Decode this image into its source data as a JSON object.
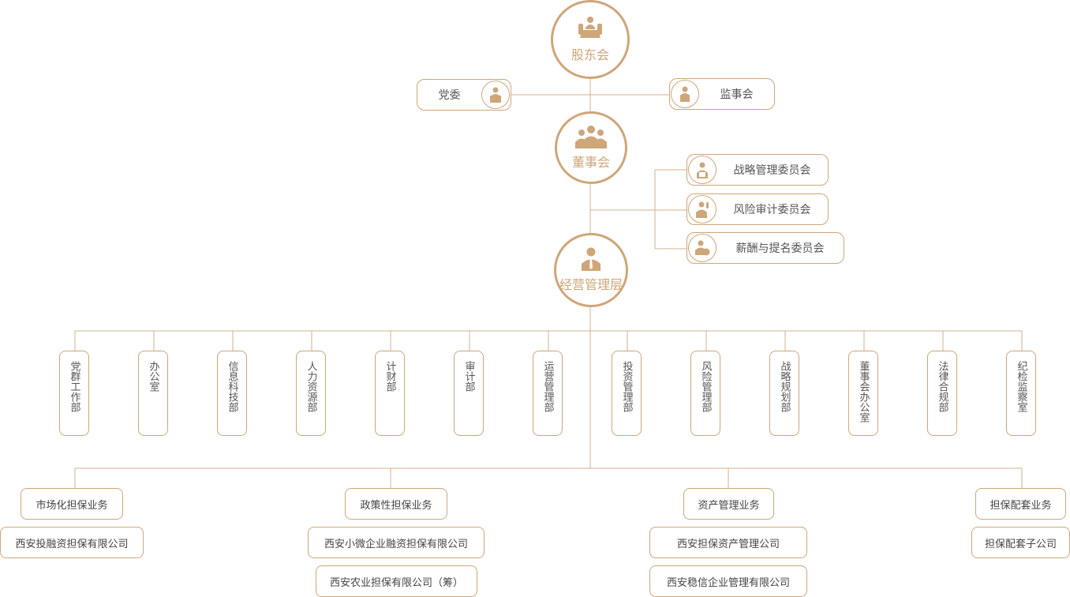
{
  "top": {
    "shareholders": "股东会",
    "party": "党委",
    "supervisors": "监事会",
    "board": "董事会",
    "management": "经营管理层"
  },
  "committees": [
    "战略管理委员会",
    "风险审计委员会",
    "薪酬与提名委员会"
  ],
  "departments": [
    "党群工作部",
    "办公室",
    "信息科技部",
    "人力资源部",
    "计财部",
    "审计部",
    "运营管理部",
    "投资管理部",
    "风险管理部",
    "战略规划部",
    "董事会办公室",
    "法律合规部",
    "纪检监察室"
  ],
  "business": [
    {
      "name": "市场化担保业务",
      "companies": [
        "西安投融资担保有限公司"
      ]
    },
    {
      "name": "政策性担保业务",
      "companies": [
        "西安小微企业融资担保有限公司",
        "西安农业担保有限公司（筹）"
      ]
    },
    {
      "name": "资产管理业务",
      "companies": [
        "西安担保资产管理公司",
        "西安稳信企业管理有限公司"
      ]
    },
    {
      "name": "担保配套业务",
      "companies": [
        "担保配套子公司"
      ]
    }
  ],
  "colors": {
    "accent": "#cfa679",
    "line": "#d3b28f",
    "text": "#555555"
  },
  "icons": {
    "shareholders": "meeting-table-icon",
    "party": "podium-speaker-icon",
    "supervisors": "podium-speaker-icon",
    "board": "group-people-icon",
    "management": "manager-icon",
    "committees": [
      "reader-icon",
      "speaker-icon",
      "payroll-icon"
    ]
  }
}
